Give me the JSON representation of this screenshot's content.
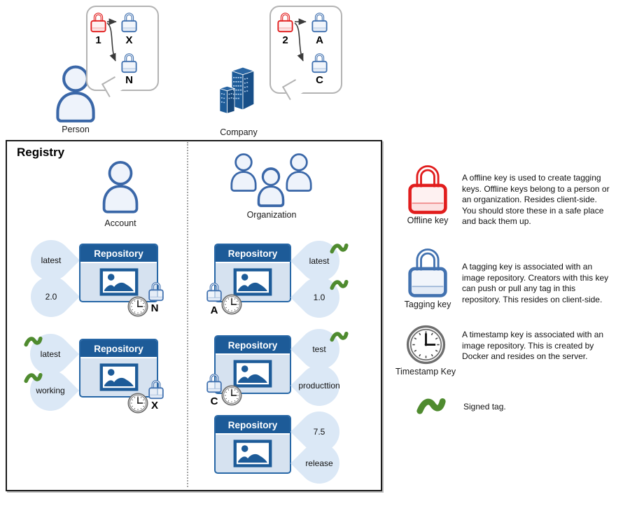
{
  "colors": {
    "primary_blue": "#1d5b98",
    "repo_body_blue": "#d6e2f0",
    "tag_fill_blue": "#dbe8f6",
    "offline_key_red": "#e11d1d",
    "tagging_key_blue": "#4272b0",
    "signed_green": "#4f8b2f"
  },
  "person_section": {
    "caption": "Person",
    "offline_key_label": "1",
    "tagging_key_top": "X",
    "tagging_key_bottom": "N"
  },
  "company_section": {
    "caption": "Company",
    "offline_key_label": "2",
    "tagging_key_top": "A",
    "tagging_key_bottom": "C"
  },
  "registry": {
    "title": "Registry",
    "account": {
      "caption": "Account"
    },
    "organization": {
      "caption": "Organization"
    },
    "account_repos": [
      {
        "title": "Repository",
        "tags": [
          {
            "label": "latest",
            "signed": false
          },
          {
            "label": "2.0",
            "signed": false
          }
        ],
        "tagging_key_label": "N",
        "timestamp_key": true
      },
      {
        "title": "Repository",
        "tags": [
          {
            "label": "latest",
            "signed": true
          },
          {
            "label": "working",
            "signed": true
          }
        ],
        "tagging_key_label": "X",
        "timestamp_key": true
      }
    ],
    "organization_repos": [
      {
        "title": "Repository",
        "tags": [
          {
            "label": "latest",
            "signed": true
          },
          {
            "label": "1.0",
            "signed": true
          }
        ],
        "tagging_key_label": "A",
        "timestamp_key": true
      },
      {
        "title": "Repository",
        "tags": [
          {
            "label": "test",
            "signed": true
          },
          {
            "label": "producttion",
            "signed": false
          }
        ],
        "tagging_key_label": "C",
        "timestamp_key": true
      },
      {
        "title": "Repository",
        "tags": [
          {
            "label": "7.5",
            "signed": false
          },
          {
            "label": "release",
            "signed": false
          }
        ],
        "tagging_key_label": "",
        "timestamp_key": false
      }
    ]
  },
  "legend": [
    {
      "icon": "offline-key-icon",
      "label": "Offline key",
      "text": "A offline key is used to create tagging\nkeys. Offline keys belong to a person or\nan organization. Resides client-side.\nYou should store these in a safe place\nand back them up."
    },
    {
      "icon": "tagging-key-icon",
      "label": "Tagging key",
      "text": "A tagging key is associated with an\nimage repository. Creators with this key\ncan push or pull any tag in this\nrepository. This resides on client-side."
    },
    {
      "icon": "timestamp-key-icon",
      "label": "Timestamp Key",
      "text": "A timestamp key is associated with an\nimage repository. This is created by\nDocker and resides on the server."
    },
    {
      "icon": "signed-tag-icon",
      "label": "",
      "text": "Signed tag."
    }
  ]
}
